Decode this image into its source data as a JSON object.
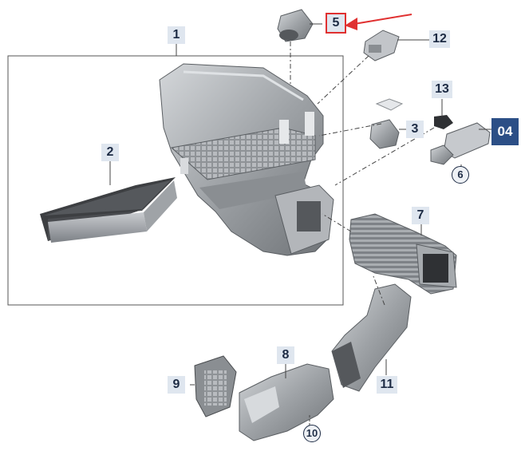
{
  "callouts": {
    "c1": "1",
    "c2": "2",
    "c3": "3",
    "c5": "5",
    "c6": "6",
    "c7": "7",
    "c8": "8",
    "c9": "9",
    "c10": "10",
    "c11": "11",
    "c12": "12",
    "c13": "13",
    "c04": "04"
  },
  "colors": {
    "part_fill": "#9a9ea3",
    "part_shade": "#6d7175",
    "part_light": "#c9ccd0",
    "label_bg": "#dfe6ef",
    "label_text": "#1d2b44",
    "highlight_arrow": "#e03030",
    "badge_bg": "#2c4f86"
  }
}
